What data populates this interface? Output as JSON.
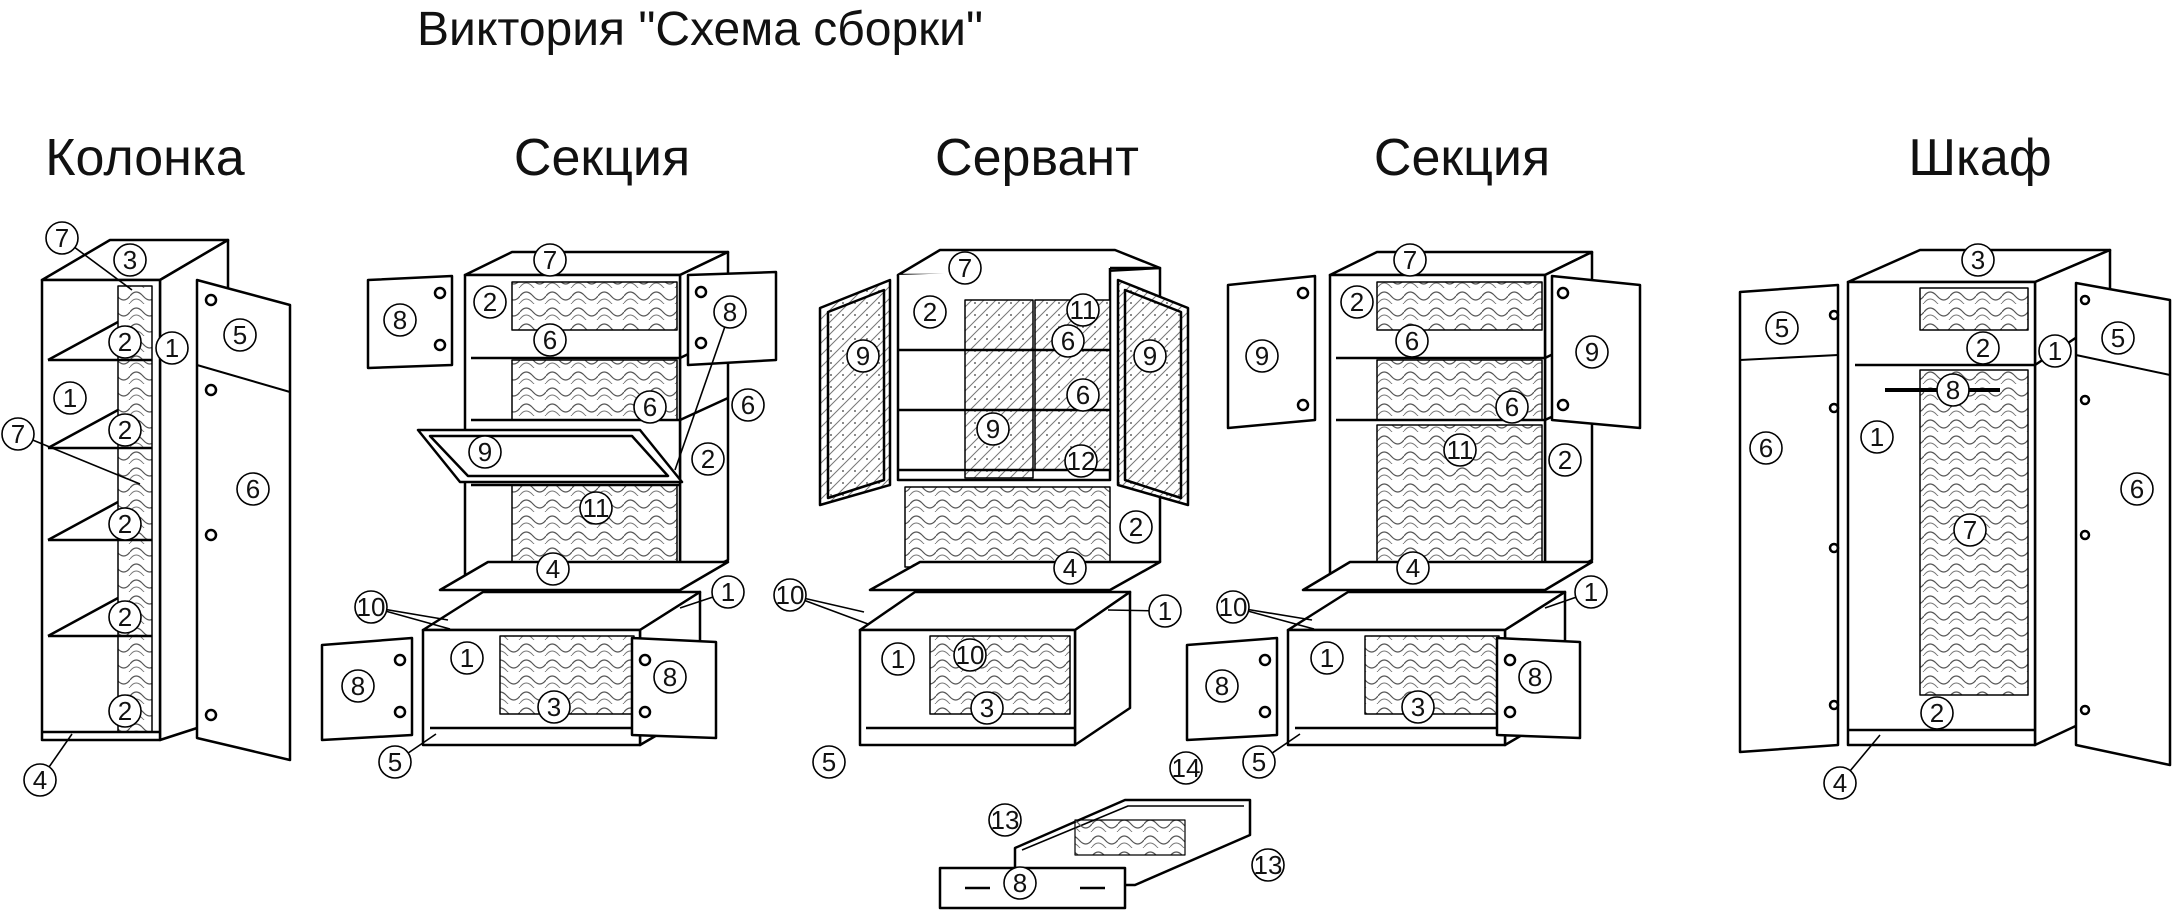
{
  "title": "Виктория \"Схема сборки\"",
  "sections": [
    {
      "key": "kolonka",
      "label": "Колонка"
    },
    {
      "key": "sekciya1",
      "label": "Секция"
    },
    {
      "key": "servant",
      "label": "Сервант"
    },
    {
      "key": "sekciya2",
      "label": "Секция"
    },
    {
      "key": "shkaf",
      "label": "Шкаф"
    }
  ],
  "callouts": {
    "kolonka": [
      "7",
      "3",
      "2",
      "1",
      "5",
      "1",
      "2",
      "7",
      "2",
      "6",
      "2",
      "2",
      "4"
    ],
    "sekciya1": [
      "7",
      "8",
      "2",
      "8",
      "6",
      "6",
      "6",
      "9",
      "2",
      "11",
      "4",
      "10",
      "1",
      "1",
      "8",
      "3",
      "8",
      "5"
    ],
    "servant": [
      "7",
      "2",
      "11",
      "9",
      "6",
      "9",
      "6",
      "9",
      "12",
      "2",
      "4",
      "10",
      "1",
      "1",
      "10",
      "3",
      "5"
    ],
    "sekciya2": [
      "7",
      "9",
      "2",
      "6",
      "9",
      "6",
      "11",
      "2",
      "4",
      "10",
      "1",
      "1",
      "8",
      "3",
      "8",
      "5"
    ],
    "shkaf": [
      "3",
      "5",
      "2",
      "1",
      "5",
      "8",
      "6",
      "1",
      "7",
      "6",
      "2",
      "4"
    ],
    "drawer": [
      "14",
      "13",
      "13",
      "8"
    ]
  }
}
